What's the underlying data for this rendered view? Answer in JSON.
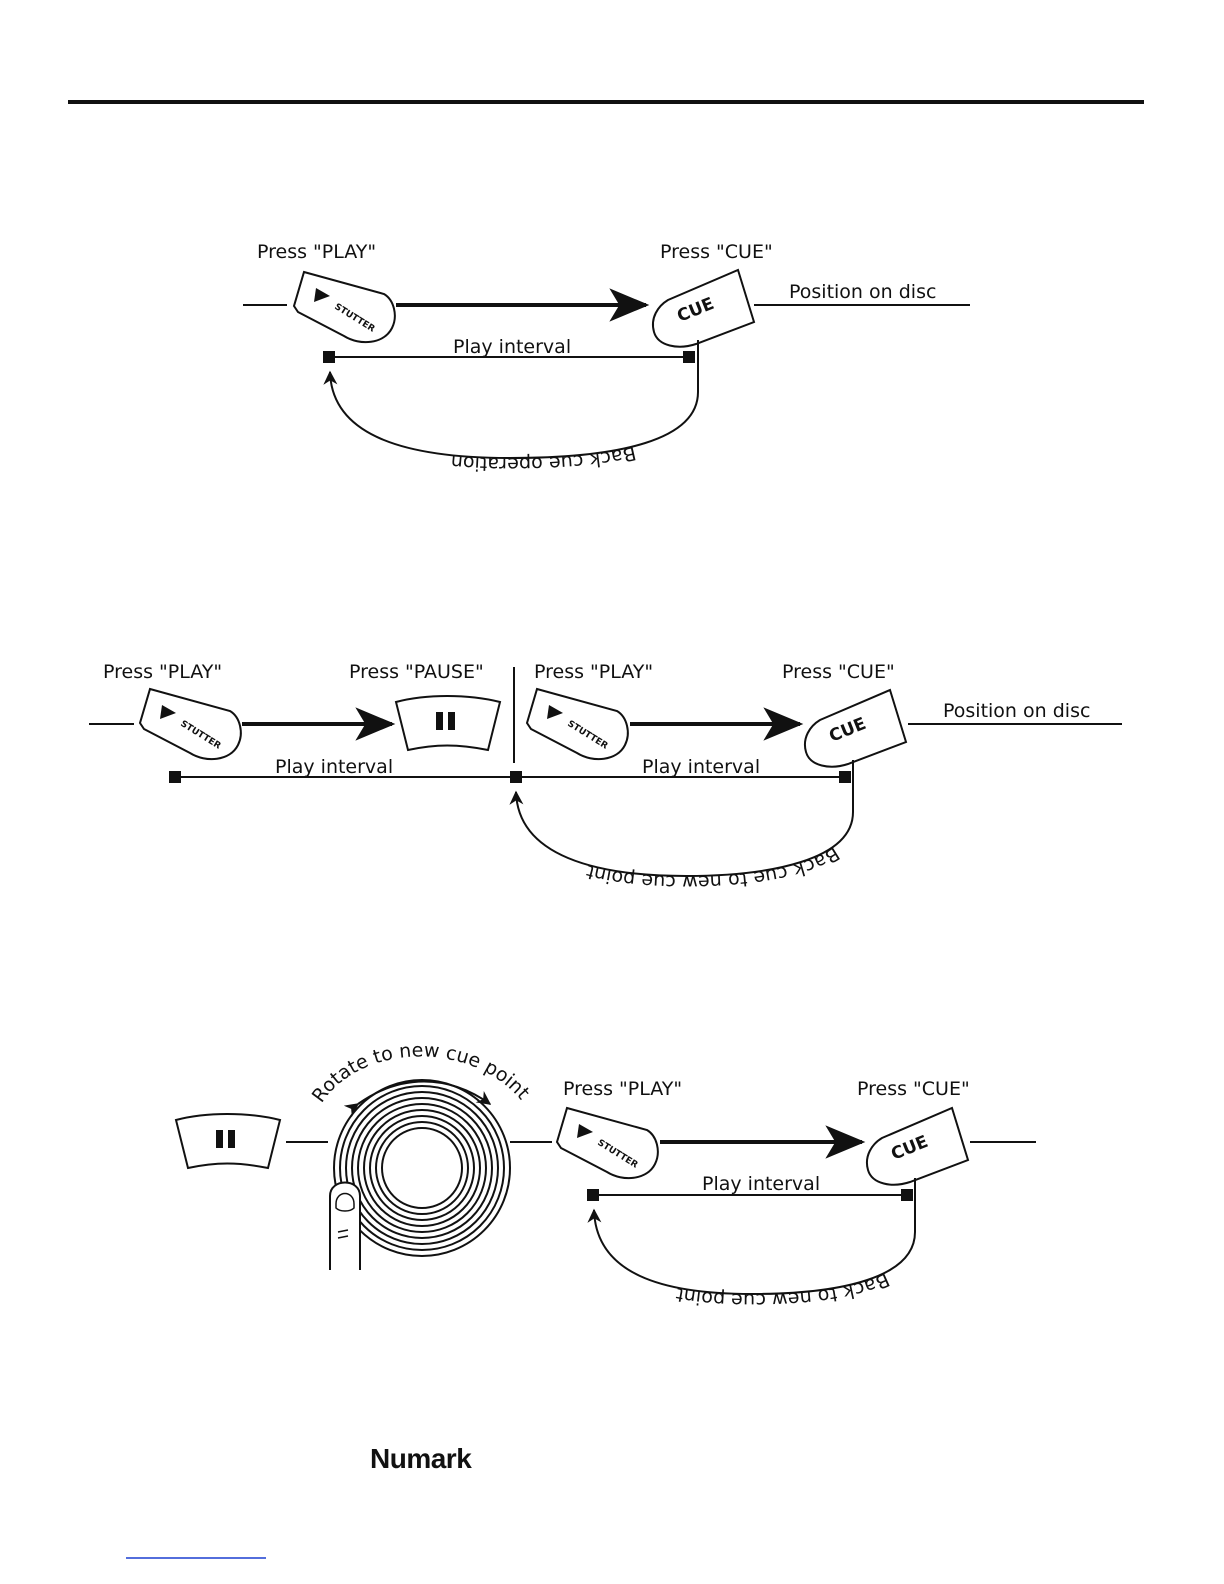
{
  "labels": {
    "press_play": "Press \"PLAY\"",
    "press_cue": "Press \"CUE\"",
    "press_pause": "Press \"PAUSE\"",
    "position_on_disc": "Position on disc",
    "play_interval": "Play interval",
    "back_cue_operation": "Back cue operation",
    "back_cue_new_point": "Back cue to new cue point",
    "back_to_new_point": "Back to new cue point",
    "rotate": "Rotate to new cue point"
  },
  "buttons": {
    "stutter": "STUTTER",
    "cue": "CUE",
    "pause": "II"
  },
  "brand": {
    "logo": "Numark"
  },
  "colors": {
    "ink": "#111111",
    "background": "#ffffff"
  }
}
